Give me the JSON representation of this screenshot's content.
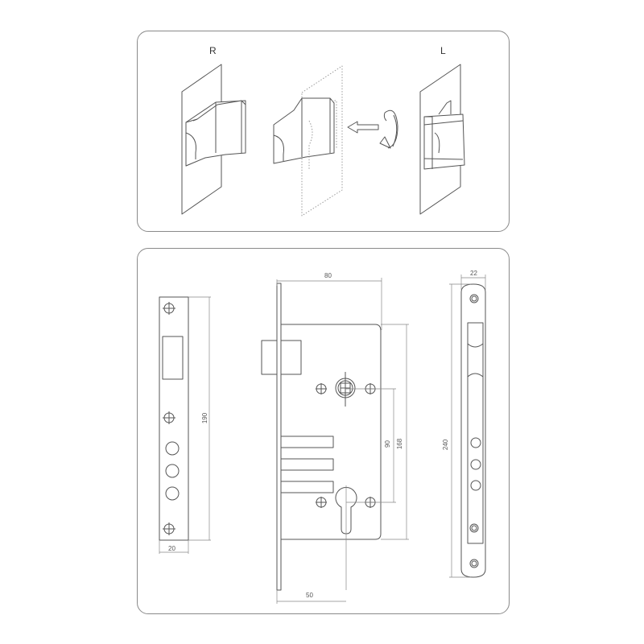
{
  "handing_panel": {
    "label_right": "R",
    "label_left": "L",
    "arrow": "reverse-latch-arrow",
    "rotate": "rotate-icon"
  },
  "strike_plate": {
    "height_dim": "190",
    "width_dim": "20"
  },
  "lock_body": {
    "backset_total_dim": "80",
    "height_90_dim": "90",
    "height_168_dim": "168",
    "backset_dim": "50"
  },
  "faceplate": {
    "width_dim": "22",
    "length_dim": "240"
  },
  "colors": {
    "line": "#555555",
    "frame": "#8a8a8a",
    "dotted": "#9a9a9a"
  }
}
